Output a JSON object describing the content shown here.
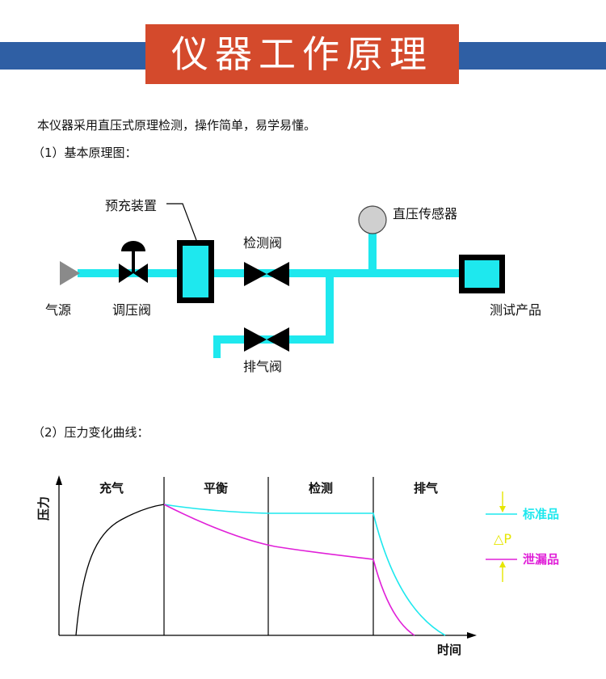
{
  "header": {
    "title": "仪器工作原理",
    "band_color": "#2f5fa4",
    "title_bg_color": "#d44a2c"
  },
  "intro": "本仪器采用直压式原理检测，操作简单，易学易懂。",
  "section1": {
    "heading": "（1）基本原理图：",
    "labels": {
      "gas_source": "气源",
      "regulator": "调压阀",
      "precharge": "预充装置",
      "test_valve": "检测阀",
      "pressure_sensor": "直压传感器",
      "test_product": "测试产品",
      "exhaust_valve": "排气阀"
    },
    "pipe_color": "#1ee8ee"
  },
  "section2": {
    "heading": "（2）压力变化曲线：",
    "chart": {
      "y_label": "压力",
      "x_label": "时间",
      "phases": [
        "充气",
        "平衡",
        "检测",
        "排气"
      ],
      "legend": {
        "standard": "标准品",
        "delta": "△P",
        "leak": "泄漏品"
      },
      "standard_color": "#1ee8ee",
      "leak_color": "#e020d8"
    }
  }
}
